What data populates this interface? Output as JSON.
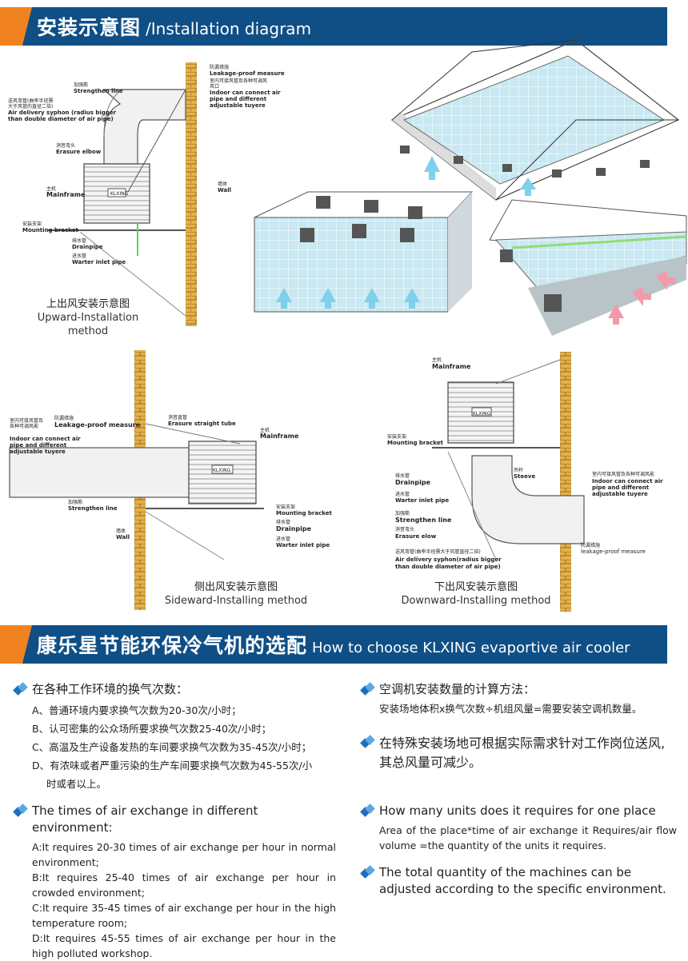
{
  "section1": {
    "title_zh": "安装示意图",
    "title_en": "/Installation diagram"
  },
  "upward": {
    "labels": {
      "leakage_zh": "防漏措施",
      "leakage_en": "Leakage-proof measure",
      "indoor_zh": "室内可接风管及各种可调风",
      "indoor_zh2": "风口",
      "indoor_en1": "Indoor can connect air",
      "indoor_en2": "pipe and different",
      "indoor_en3": "adjustable tuyere",
      "strength_zh": "加强筋",
      "strength_en": "Strengthen line",
      "syphon_zh": "送风弯管(曲率半径需",
      "syphon_zh2": "大于风管的直径二倍)",
      "syphon_en1": "Air delivery syphon (radius bigger",
      "syphon_en2": "than double diameter of air pipe)",
      "elbow_zh": "消音弯头",
      "elbow_en": "Erasure elbow",
      "main_zh": "主机",
      "main_en": "Mainframe",
      "wall_zh": "墙体",
      "wall_en": "Wall",
      "bracket_zh": "安装支架",
      "bracket_en": "Mounting bracket",
      "drain_zh": "排水管",
      "drain_en": "Drainpipe",
      "water_zh": "进水管",
      "water_en": "Warter inlet pipe",
      "brand": "KLXING"
    },
    "caption_zh": "上出风安装示意图",
    "caption_en": "Upward-Installation method"
  },
  "sideward": {
    "labels": {
      "indoor_zh": "室内可接风管及",
      "indoor_zh2": "各种可调风能",
      "indoor_en1": "Indoor can connect air",
      "indoor_en2": "pipe and different",
      "indoor_en3": "adjustable tuyere",
      "leakage_zh": "防漏措施",
      "leakage_en": "Leakage-proof measure",
      "straight_zh": "消音直管",
      "straight_en": "Erasure straight tube",
      "main_zh": "主机",
      "main_en": "Mainframe",
      "strength_zh": "加强筋",
      "strength_en": "Strengthen line",
      "bracket_zh": "安装支架",
      "bracket_en": "Mounting bracket",
      "drain_zh": "排水管",
      "drain_en": "Drainpipe",
      "water_zh": "进水管",
      "water_en": "Warter inlet pipe",
      "wall_zh": "墙体",
      "wall_en": "Wall",
      "brand": "KLXING"
    },
    "caption_zh": "侧出风安装示意图",
    "caption_en": "Sideward-Installing method"
  },
  "downward": {
    "labels": {
      "main_zh": "主机",
      "main_en": "Mainframe",
      "bracket_zh": "安装支架",
      "bracket_en": "Mounting bracket",
      "steeve_zh": "吊杆",
      "steeve_en": "Steeve",
      "indoor_zh": "室内可接风管及各种可调风能",
      "indoor_en1": "Indoor can connect air",
      "indoor_en2": "pipe and different",
      "indoor_en3": "adjustable tuyere",
      "drain_zh": "排水管",
      "drain_en": "Drainpipe",
      "water_zh": "进水管",
      "water_en": "Warter inlet pipe",
      "strength_zh": "加强筋",
      "strength_en": "Strengthen line",
      "elbow_zh": "消音弯头",
      "elbow_en": "Erasure elow",
      "syphon_zh": "送风弯管(曲率半径需大于风管直径二倍)",
      "syphon_en1": "Air delivery syphon(radius bigger",
      "syphon_en2": "than double diameter of air pipe)",
      "leakage_zh": "防漏措施",
      "leakage_en": "leakage-proof measure",
      "brand": "KLXING"
    },
    "caption_zh": "下出风安装示意图",
    "caption_en": "Downward-Installing method"
  },
  "section2": {
    "title_zh": "康乐星节能环保冷气机的选配",
    "title_en": "How to choose KLXING evaportive air cooler"
  },
  "left_cn": {
    "heading": "在各种工作环境的换气次数：",
    "items": [
      "A、普通环境内要求换气次数为20-30次/小时；",
      "B、认可密集的公众场所要求换气次数25-40次/小时；",
      "C、高温及生产设备发热的车间要求换气次数为35-45次/小时；",
      "D、有浓味或者严重污染的生产车间要求换气次数为45-55次/小",
      "时或者以上。"
    ]
  },
  "left_en": {
    "heading": "The times of air exchange in different environment:",
    "items": [
      "A:It requires 20-30 times of air exchange per hour in normal environment;",
      "B:It requires 25-40 times of air exchange per hour in crowded environment;",
      "C:It require 35-45 times of air exchange per hour  in the high temperature room;",
      "D:It requires 45-55 times of air exchange per hour in the high polluted workshop."
    ]
  },
  "right_cn": {
    "heading1": "空调机安装数量的计算方法：",
    "formula": "安装场地体积x换气次数÷机组风量=需要安装空调机数量。",
    "heading2": "在特殊安装场地可根据实际需求针对工作岗位送风,其总风量可减少。"
  },
  "right_en": {
    "heading1": "How many units does it requires for one place",
    "formula": "Area of the place*time of air exchange it Requires/air flow volume =the quantity of the units it requires.",
    "heading2": "The total quantity of the machines can be adjusted according to the specific environment."
  },
  "colors": {
    "banner_blue": "#0f4f86",
    "banner_orange": "#f0821f",
    "brick": "#d9a441",
    "floor": "#bfe3ef",
    "arrow_blue": "#7fd0ea",
    "arrow_pink": "#f29aa8"
  }
}
